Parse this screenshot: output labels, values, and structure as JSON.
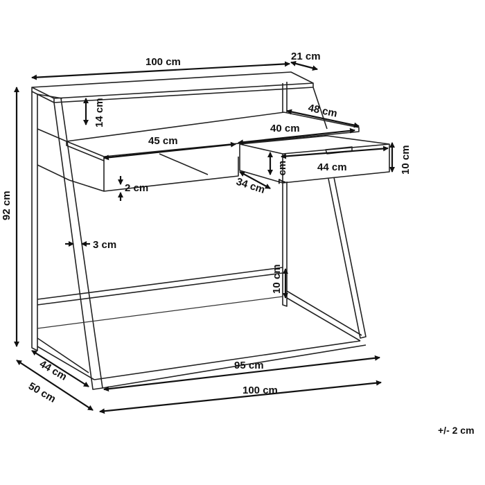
{
  "dimensions": {
    "top_width": "100 cm",
    "top_depth": "21 cm",
    "shelf_gap": "14 cm",
    "desk_depth": "48 cm",
    "drawer_width": "40 cm",
    "compartment_width": "45 cm",
    "drawer_front_height": "7 cm",
    "drawer_inner_width": "44 cm",
    "drawer_height": "10 cm",
    "drawer_depth": "34 cm",
    "panel_thickness": "2 cm",
    "frame_thickness": "3 cm",
    "stretcher_height": "10 cm",
    "total_height": "92 cm",
    "inner_width": "95 cm",
    "total_width": "100 cm",
    "inner_depth": "44 cm",
    "total_depth": "50 cm"
  },
  "tolerance": "+/- 2 cm"
}
